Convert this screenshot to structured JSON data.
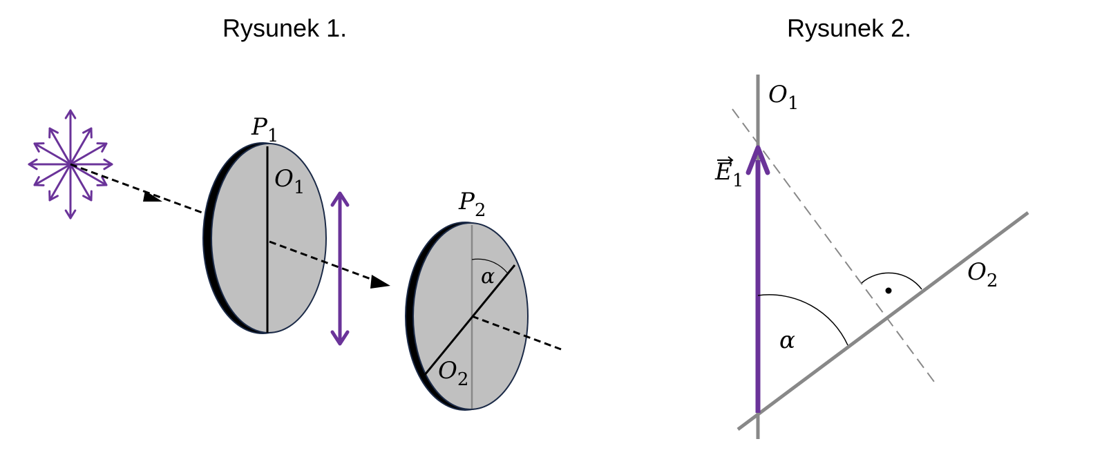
{
  "figure1": {
    "title": "Rysunek 1.",
    "polarizer1": {
      "label": "P",
      "label_sub": "1",
      "axis_label": "O",
      "axis_sub": "1"
    },
    "polarizer2": {
      "label": "P",
      "label_sub": "2",
      "axis_label": "O",
      "axis_sub": "2",
      "angle_label": "α"
    }
  },
  "figure2": {
    "title": "Rysunek 2.",
    "axis1_label": "O",
    "axis1_sub": "1",
    "axis2_label": "O",
    "axis2_sub": "2",
    "vector_label": "E",
    "vector_sub": "1",
    "angle_label": "α"
  },
  "colors": {
    "polarization": "#6a3399",
    "disk_fill": "#c0c0c0",
    "disk_edge": "#1b2a47",
    "axis_gray": "#888888",
    "beam": "#000000"
  }
}
